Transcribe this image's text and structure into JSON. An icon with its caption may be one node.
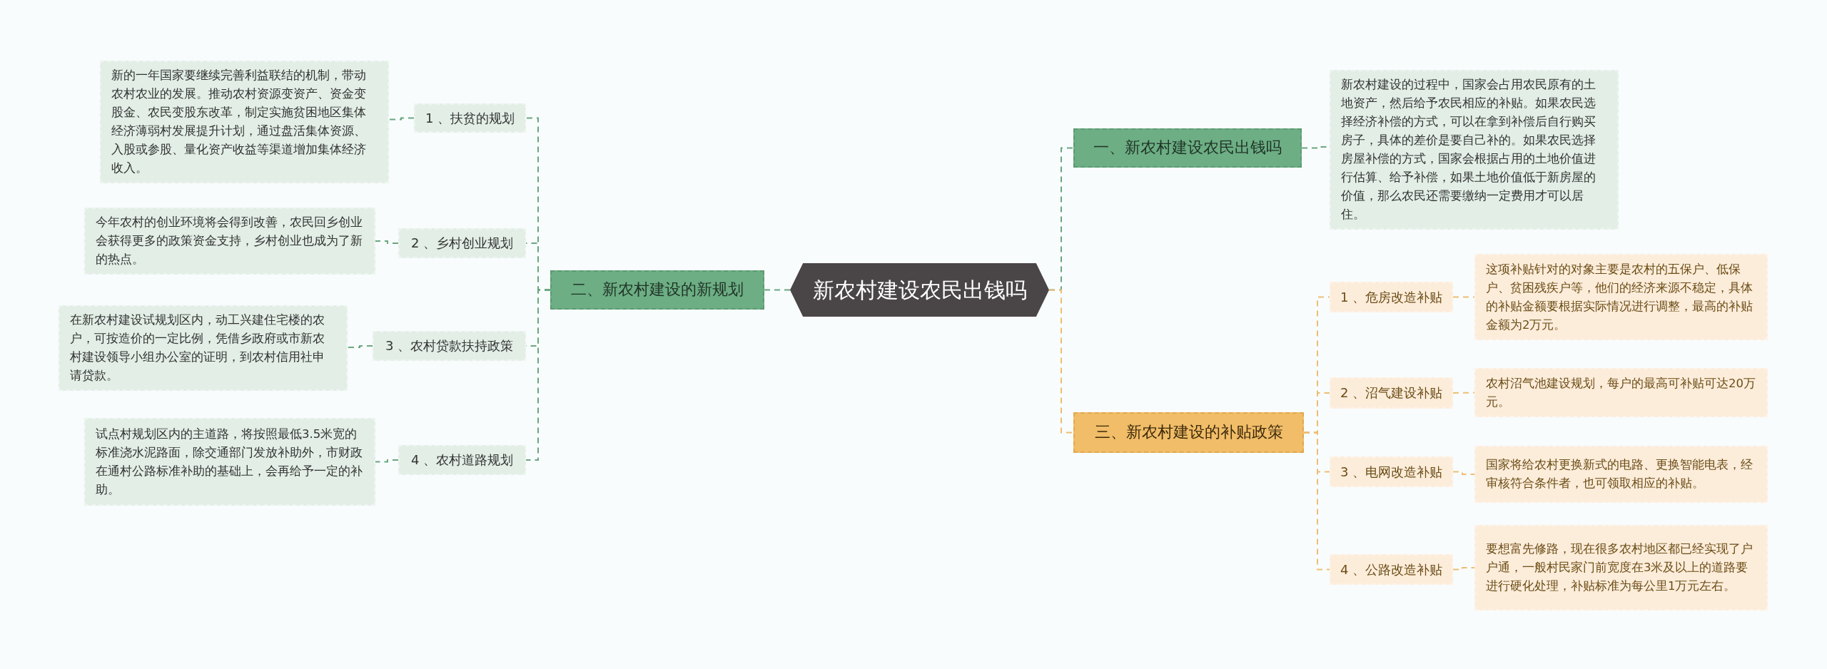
{
  "diagram": {
    "nodes": [
      {
        "text": [
          "新农村建设农民出钱吗"
        ]
      },
      {
        "text": [
          "一、新农村建设农民出钱吗"
        ]
      },
      {
        "text": [
          "新农村建设的过程中，国家会占用农民原有的土地资产，然后给予农民相应的补贴。如果农民选择经济补偿的方式，可以在拿到补偿后自行购买房子，具体的差价是要自己补的。如果农民选择房屋补偿的方式，国家会根据占用的土地价值进行估算、给予补偿，如果土地价值低于新房屋的价值，那么农民还需要缴纳一定费用才可以居住。"
        ]
      },
      {
        "text": [
          "二、新农村建设的新规划"
        ]
      },
      {
        "text": [
          "1 、扶贫的规划"
        ]
      },
      {
        "text": [
          "新的一年国家要继续完善利益联结的机制，带动农村农业的发展。推动农村资源变资产、资金变股金、农民变股东改革，制定实施贫困地区集体经济薄弱村发展提升计划，通过盘活集体资源、入股或参股、量化资产收益等渠道增加集体经济收入。"
        ]
      },
      {
        "text": [
          "2 、乡村创业规划"
        ]
      },
      {
        "text": [
          "今年农村的创业环境将会得到改善，农民回乡创业会获得更多的政策资金支持，乡村创业也成为了新的热点。"
        ]
      },
      {
        "text": [
          "3 、农村贷款扶持政策"
        ]
      },
      {
        "text": [
          "在新农村建设试规划区内，动工兴建住宅楼的农户，可按造价的一定比例，凭借乡政府或市新农村建设领导小组办公室的证明，到农村信用社申请贷款。"
        ]
      },
      {
        "text": [
          "4 、农村道路规划"
        ]
      },
      {
        "text": [
          "试点村规划区内的主道路，将按照最低3.5米宽的标准浇水泥路面，除交通部门发放补助外，市财政在通村公路标准补助的基础上，会再给予一定的补助。"
        ]
      },
      {
        "text": [
          "三、新农村建设的补贴政策"
        ]
      },
      {
        "text": [
          "1 、危房改造补贴"
        ]
      },
      {
        "text": [
          "这项补贴针对的对象主要是农村的五保户、低保户、贫困残疾户等，他们的经济来源不稳定，具体的补贴金额要根据实际情况进行调整，最高的补贴金额为2万元。"
        ]
      },
      {
        "text": [
          "2 、沼气建设补贴"
        ]
      },
      {
        "text": [
          "农村沼气池建设规划，每户的最高可补贴可达20万元。"
        ]
      },
      {
        "text": [
          "3 、电网改造补贴"
        ]
      },
      {
        "text": [
          "国家将给农村更换新式的电路、更换智能电表，经审核符合条件者，也可领取相应的补贴。"
        ]
      },
      {
        "text": [
          "4 、公路改造补贴"
        ]
      },
      {
        "text": [
          "要想富先修路，现在很多农村地区都已经实现了户户通，一般村民家门前宽度在3米及以上的道路要进行硬化处理，补贴标准为每公里1万元左右。"
        ]
      }
    ],
    "edges": [
      {
        "from": 0,
        "to": 1,
        "arrow": "none"
      },
      {
        "from": 1,
        "to": 2,
        "arrow": "none"
      },
      {
        "from": 0,
        "to": 3,
        "arrow": "none"
      },
      {
        "from": 3,
        "to": 4,
        "arrow": "none"
      },
      {
        "from": 4,
        "to": 5,
        "arrow": "none"
      },
      {
        "from": 3,
        "to": 6,
        "arrow": "none"
      },
      {
        "from": 6,
        "to": 7,
        "arrow": "none"
      },
      {
        "from": 3,
        "to": 8,
        "arrow": "none"
      },
      {
        "from": 8,
        "to": 9,
        "arrow": "none"
      },
      {
        "from": 3,
        "to": 10,
        "arrow": "none"
      },
      {
        "from": 10,
        "to": 11,
        "arrow": "none"
      },
      {
        "from": 0,
        "to": 12,
        "arrow": "none",
        "color": "#eebd72"
      },
      {
        "from": 12,
        "to": 13,
        "arrow": "none",
        "color": "#eebd72"
      },
      {
        "from": 13,
        "to": 14,
        "arrow": "none",
        "color": "#eebd72"
      },
      {
        "from": 12,
        "to": 15,
        "arrow": "none",
        "color": "#eebd72"
      },
      {
        "from": 15,
        "to": 16,
        "arrow": "none",
        "color": "#eebd72"
      },
      {
        "from": 12,
        "to": 17,
        "arrow": "none",
        "color": "#eebd72"
      },
      {
        "from": 17,
        "to": 18,
        "arrow": "none",
        "color": "#eebd72"
      },
      {
        "from": 12,
        "to": 19,
        "arrow": "none",
        "color": "#eebd72"
      },
      {
        "from": 19,
        "to": 20,
        "arrow": "none",
        "color": "#eebd72"
      }
    ]
  }
}
